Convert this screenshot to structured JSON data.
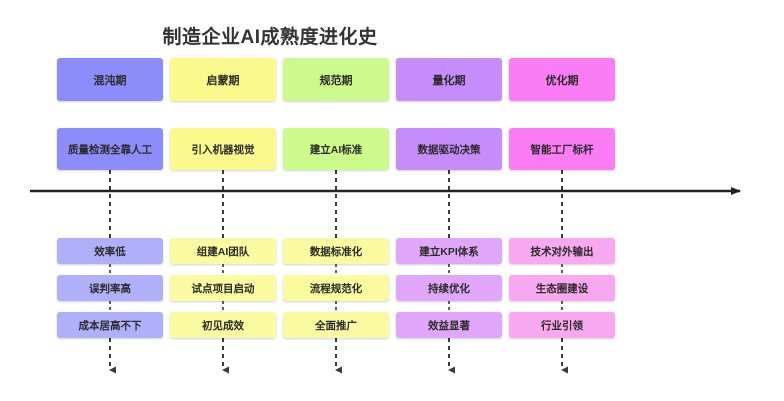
{
  "title": "制造企业AI成熟度进化史",
  "axis": {
    "name": "timeline-arrow",
    "direction": "right",
    "color": "#222222"
  },
  "colors": {
    "phase": [
      "#8c8cfa",
      "#fafa8c",
      "#ccfa8c",
      "#c68cfa",
      "#fa7df5"
    ],
    "milestone": [
      "#8c8cfa",
      "#fafa8c",
      "#ccfa8c",
      "#c68cfa",
      "#fa7df5"
    ],
    "detail": [
      "#b0b0fa",
      "#fafaa0",
      "#fafaa0",
      "#e0a6fa",
      "#f8a8ef"
    ],
    "detail_alt": [
      "#b0b0fa",
      "#fafaa0",
      "#fafaa0",
      "#e0a6fa",
      "#f8a8ef"
    ],
    "text": "#2b2b2b",
    "title_text": "#333333"
  },
  "columns": [
    {
      "phase": "混沌期",
      "milestone": "质量检测全靠人工",
      "details": [
        "效率低",
        "误判率高",
        "成本居高不下"
      ]
    },
    {
      "phase": "启蒙期",
      "milestone": "引入机器视觉",
      "details": [
        "组建AI团队",
        "试点项目启动",
        "初见成效"
      ]
    },
    {
      "phase": "规范期",
      "milestone": "建立AI标准",
      "details": [
        "数据标准化",
        "流程规范化",
        "全面推广"
      ]
    },
    {
      "phase": "量化期",
      "milestone": "数据驱动决策",
      "details": [
        "建立KPI体系",
        "持续优化",
        "效益显著"
      ]
    },
    {
      "phase": "优化期",
      "milestone": "智能工厂标杆",
      "details": [
        "技术对外输出",
        "生态圈建设",
        "行业引领"
      ]
    }
  ]
}
